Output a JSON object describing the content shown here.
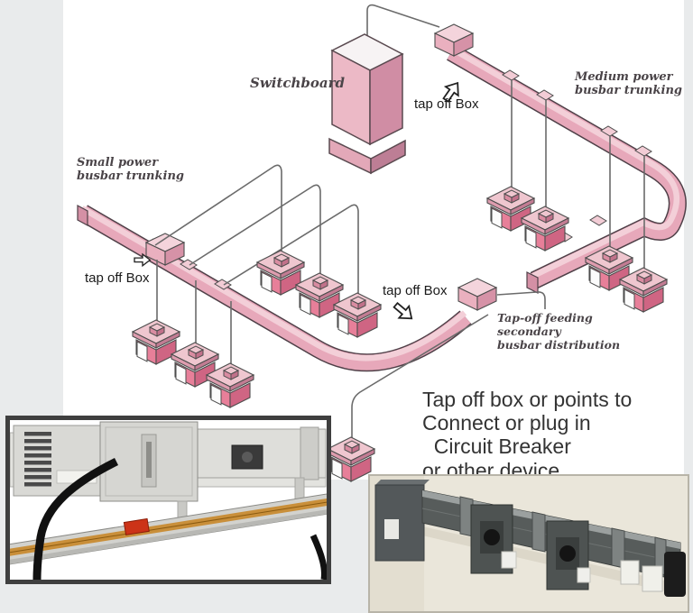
{
  "diagram": {
    "switchboard_label": "Switchboard",
    "medium_power_label": "Medium power\nbusbar trunking",
    "small_power_label": "Small power\nbusbar trunking",
    "tap_off_top_label": "tap off Box",
    "tap_off_left_label": "tap off Box",
    "tap_off_mid_label": "tap off Box",
    "tap_off_feeding_label": "Tap-off feeding\nsecondary\nbusbar distribution",
    "caption": "Tap off box or points to\nConnect or plug in\n  Circuit Breaker\nor other device",
    "colors": {
      "duct_front": "#e7a8ba",
      "duct_top": "#f3cfd8",
      "duct_outline": "#4f4048",
      "box_front": "#cf6583",
      "box_top": "#efc6cf",
      "switchboard_left": "#ecb9c6",
      "switchboard_right": "#d08da4",
      "wire": "#6b6b6b",
      "caption_text": "#333333",
      "label_text": "#4a4448",
      "photo1_border": "#3f3f3f",
      "photo2_wall": "#eae6da",
      "busbar_gray": "#575c5b",
      "copper": "#c98f3a"
    }
  }
}
